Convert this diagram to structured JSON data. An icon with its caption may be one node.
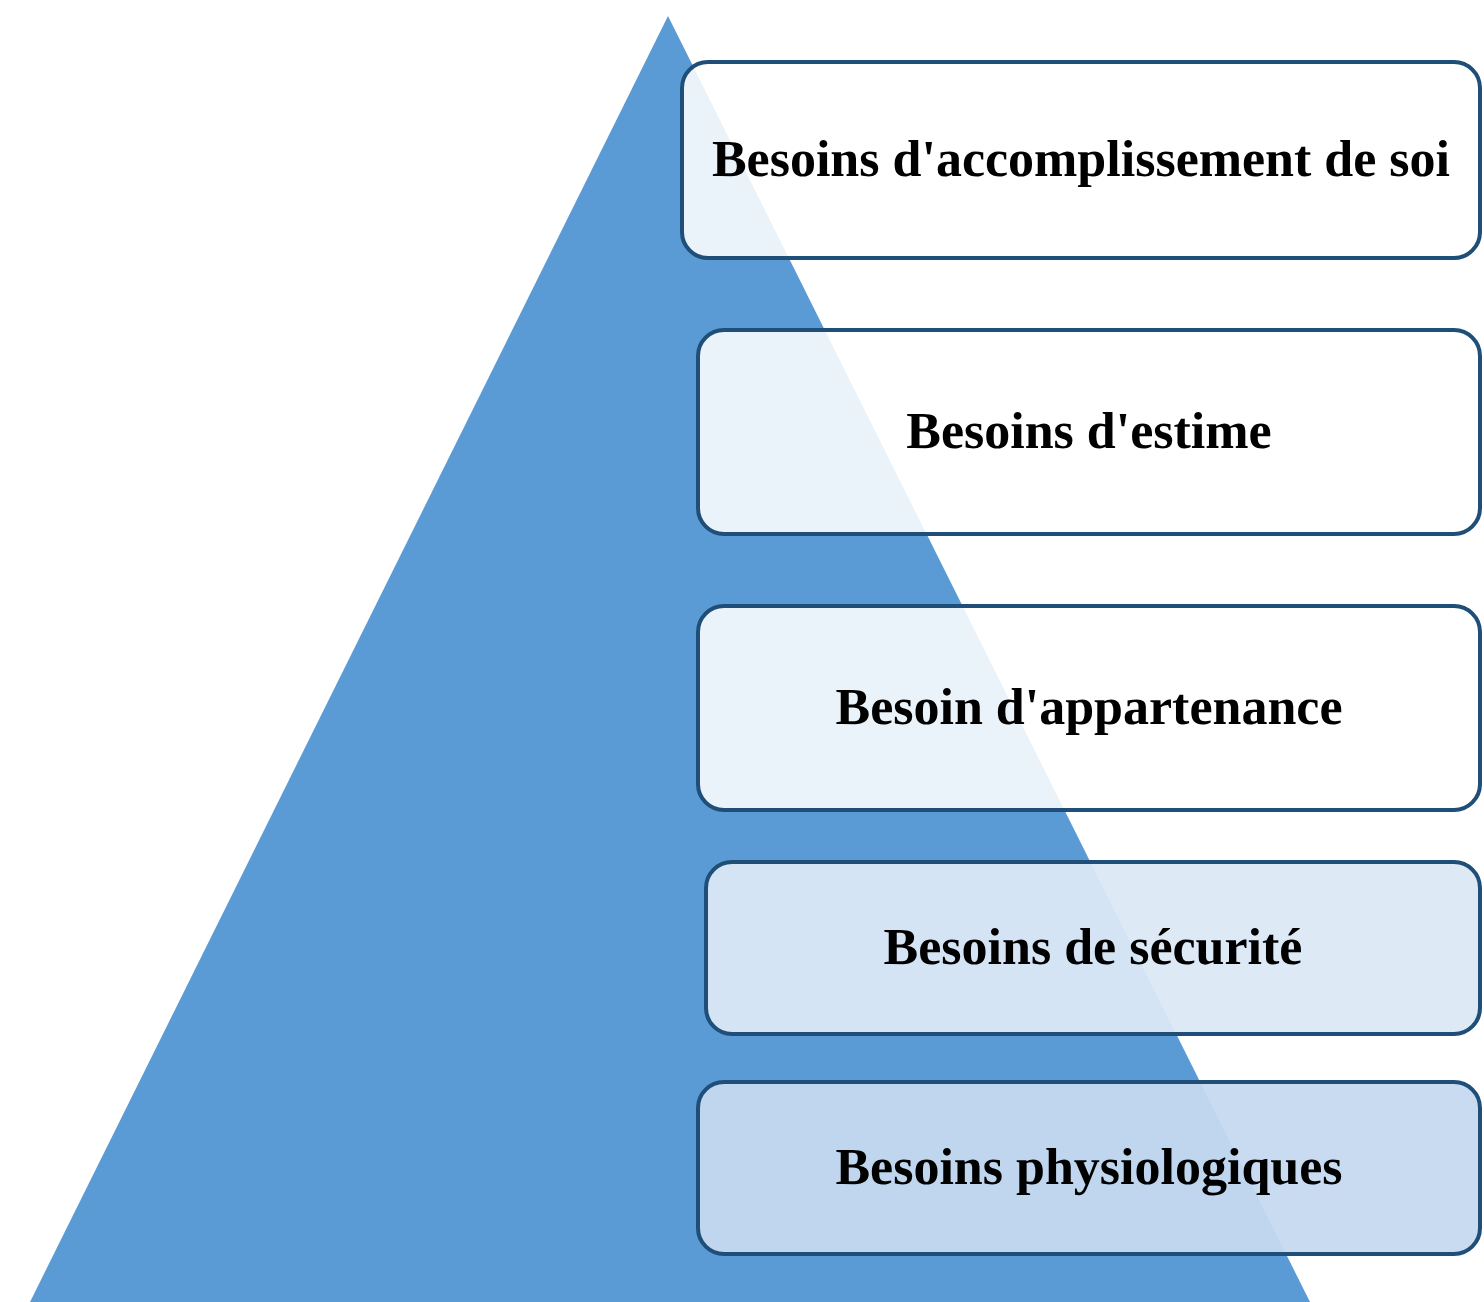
{
  "diagram": {
    "nodes": [
      {
        "text": [
          "Besoins d'accomplissement de soi"
        ]
      },
      {
        "text": [
          "Besoins d'estime"
        ]
      },
      {
        "text": [
          "Besoin d'appartenance"
        ]
      },
      {
        "text": [
          "Besoins de sécurité"
        ]
      },
      {
        "text": [
          "Besoins physiologiques"
        ]
      }
    ]
  }
}
